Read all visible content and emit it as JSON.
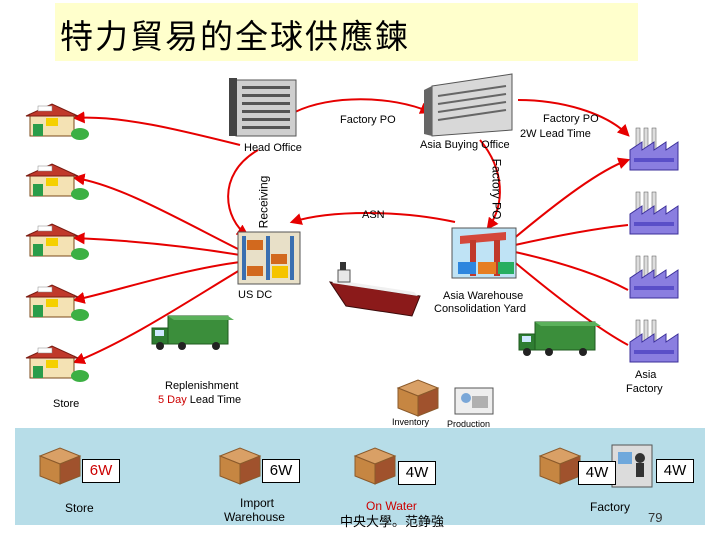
{
  "title": "特力貿易的全球供應鍊",
  "labels": {
    "factory_po_left": "Factory PO",
    "factory_po_right": "Factory PO",
    "lead_time_2w": "2W Lead Time",
    "asia_buying_office": "Asia Buying Office",
    "head_office": "Head Office",
    "receiving": "Receiving",
    "factory_po_vertical": "Factory PO",
    "asn": "ASN",
    "us_dc": "US DC",
    "asia_warehouse": "Asia Warehouse",
    "consolidation_yard": "Consolidation Yard",
    "replenishment": "Replenishment",
    "five_day": "5 Day",
    "lead_time": " Lead Time",
    "store": "Store",
    "asia_factory_1": "Asia",
    "asia_factory_2": "Factory",
    "inventory": "Inventory",
    "production": "Production"
  },
  "timeline": {
    "d1": "6W",
    "d2": "6W",
    "d3": "4W",
    "d4": "4W",
    "d5": "4W",
    "store": "Store",
    "import_1": "Import",
    "import_2": "Warehouse",
    "on_water": "On Water",
    "factory": "Factory",
    "footer": "中央大學。范錚強",
    "page_number": "79"
  },
  "colors": {
    "arrow": "#e60000",
    "timeline_bg": "#b7dde8",
    "title_bg": "#ffffcc",
    "truck": "#2e7d32",
    "factory": "#6a5acd"
  }
}
